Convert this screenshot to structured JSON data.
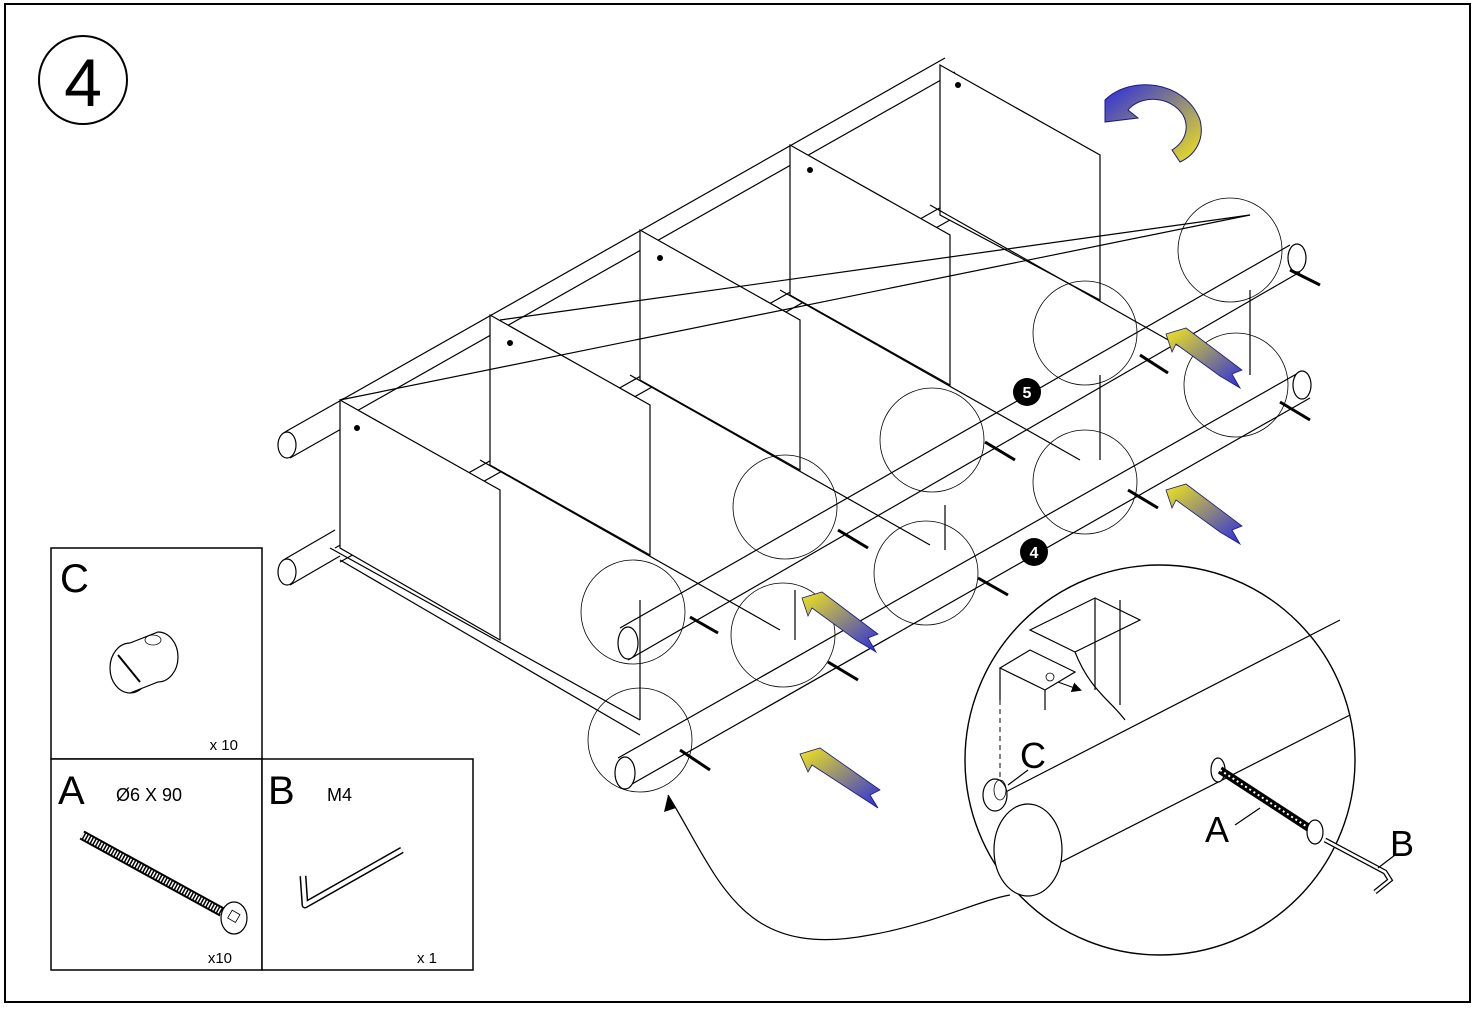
{
  "step": {
    "number": "4",
    "icon": "step-number-circle"
  },
  "substeps": [
    {
      "label": "5",
      "icon": "black-circle-marker"
    },
    {
      "label": "4",
      "icon": "black-circle-marker"
    }
  ],
  "parts": {
    "C": {
      "letter": "C",
      "spec": "",
      "qty": "x 10",
      "icon": "cam-barrel-nut"
    },
    "A": {
      "letter": "A",
      "spec": "Ø6 X 90",
      "qty": "x10",
      "icon": "bolt"
    },
    "B": {
      "letter": "B",
      "spec": "M4",
      "qty": "x 1",
      "icon": "allen-key"
    }
  },
  "detail": {
    "label_c": "C",
    "label_a": "A",
    "label_b": "B"
  },
  "colors": {
    "arrow_gradient_start": "#f2e61a",
    "arrow_gradient_end": "#2a2ae0",
    "line": "#000000",
    "background": "#ffffff"
  },
  "icons": [
    "rotate-arrow-icon",
    "insert-arrow-icon",
    "zoom-callout-icon"
  ]
}
